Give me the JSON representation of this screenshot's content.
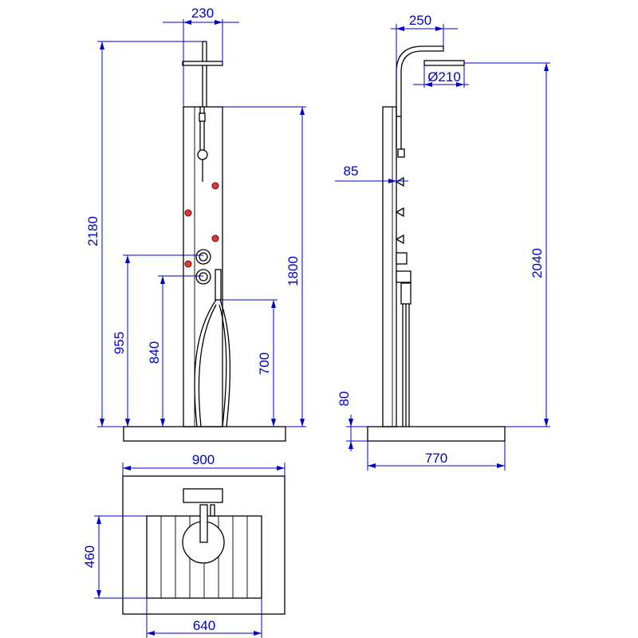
{
  "drawing": {
    "views": {
      "front": {
        "dimensions": {
          "head_offset": "230",
          "total_height": "2180",
          "column_height": "1800",
          "upper_control_height": "955",
          "lower_control_height": "840",
          "hand_shower_height": "700"
        }
      },
      "side": {
        "dimensions": {
          "arm_projection": "250",
          "head_diameter": "Ø210",
          "jet_offset": "85",
          "head_height": "2040",
          "base_thickness": "80",
          "base_depth": "770"
        }
      },
      "plan": {
        "dimensions": {
          "base_width": "900",
          "deck_depth": "460",
          "deck_width": "640"
        }
      }
    },
    "colors": {
      "dimension": "#0000cc",
      "outline": "#000000",
      "jet": "#d63a3a"
    }
  }
}
